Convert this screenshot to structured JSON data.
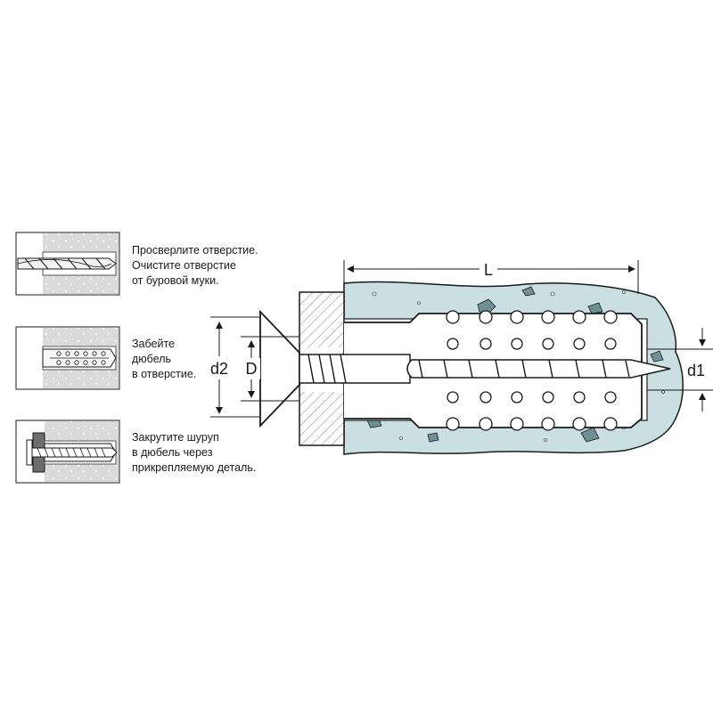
{
  "steps": [
    {
      "lines": [
        "Просверлите отверстие.",
        "Очистите отверстие",
        "от буровой муки."
      ],
      "icon": "drill-icon"
    },
    {
      "lines": [
        "Забейте",
        "дюбель",
        "в отверстие."
      ],
      "icon": "dowel-icon"
    },
    {
      "lines": [
        "Закрутите шуруп",
        "в дюбель через",
        "прикрепляемую деталь."
      ],
      "icon": "screw-in-icon"
    }
  ],
  "dimensions": {
    "length": "L",
    "outer_diameter": "d2",
    "screw_diameter": "D",
    "hole_diameter": "d1"
  },
  "colors": {
    "concrete": "#c9dfe2",
    "stone": "#6f9095",
    "wall_gray": "#d8d8d8",
    "line": "#1a1a1a"
  }
}
